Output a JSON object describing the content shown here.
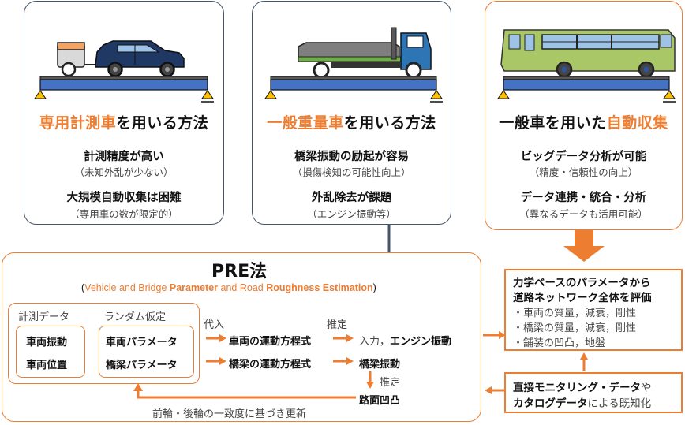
{
  "panels": [
    {
      "vehicle_icon": "measurement-car-with-trailer",
      "title_highlight": "専用計測車",
      "title_rest": "を用いる方法",
      "points": [
        {
          "main": "計測精度が高い",
          "sub": "（未知外乱が少ない）"
        },
        {
          "main": "大規模自動収集は困難",
          "sub": "（専用車の数が限定的）"
        }
      ]
    },
    {
      "vehicle_icon": "heavy-truck",
      "title_highlight": "一般重量車",
      "title_rest": "を用いる方法",
      "points": [
        {
          "main": "橋梁振動の励起が容易",
          "sub": "（損傷検知の可能性向上）"
        },
        {
          "main": "外乱除去が課題",
          "sub": "（エンジン振動等）"
        }
      ]
    },
    {
      "vehicle_icon": "bus",
      "title_plain": "一般車を用いた",
      "title_highlight": "自動収集",
      "points": [
        {
          "main": "ビッグデータ分析が可能",
          "sub": "（精度・信頼性の向上）"
        },
        {
          "main": "データ連携・統合・分析",
          "sub": "（異なるデータも活用可能）"
        }
      ]
    }
  ],
  "pre": {
    "title": "PRE法",
    "subtitle_parts": [
      {
        "text": "(",
        "style": "paren"
      },
      {
        "text": "Vehicle and Bridge ",
        "style": "normal"
      },
      {
        "text": "Parameter",
        "style": "bold"
      },
      {
        "text": " and Road ",
        "style": "normal"
      },
      {
        "text": "Roughness Estimation",
        "style": "bold"
      },
      {
        "text": ")",
        "style": "paren"
      }
    ],
    "measured_label": "計測データ",
    "measured_items": [
      "車両振動",
      "車両位置"
    ],
    "random_label": "ランダム仮定",
    "random_items": [
      "車両パラメータ",
      "橋梁パラメータ"
    ],
    "substitute_label": "代入",
    "estimate_label": "推定",
    "equations": [
      "車両の運動方程式",
      "橋梁の運動方程式"
    ],
    "input_label": "入力，",
    "engine_label": "エンジン振動",
    "bridge_vibration": "橋梁振動",
    "estimate_label2": "推定",
    "road_roughness": "路面凹凸",
    "update_label": "前輪・後輪の一致度に基づき更新"
  },
  "evaluation": {
    "heading_lines": [
      "力学ベースのパラメータから",
      "道路ネットワーク全体を評価"
    ],
    "bullets": [
      "・車両の質量，減衰，剛性",
      "・橋梁の質量，減衰，剛性",
      "・舗装の凹凸，地盤"
    ]
  },
  "known": {
    "line1_bold": "直接モニタリング・データ",
    "line1_rest": "や",
    "line2_bold": "カタログデータ",
    "line2_rest": "による既知化"
  },
  "colors": {
    "accent": "#ed7d31",
    "navy": "#44546a",
    "bridge": "#4472c4",
    "support": "#ffc000"
  }
}
